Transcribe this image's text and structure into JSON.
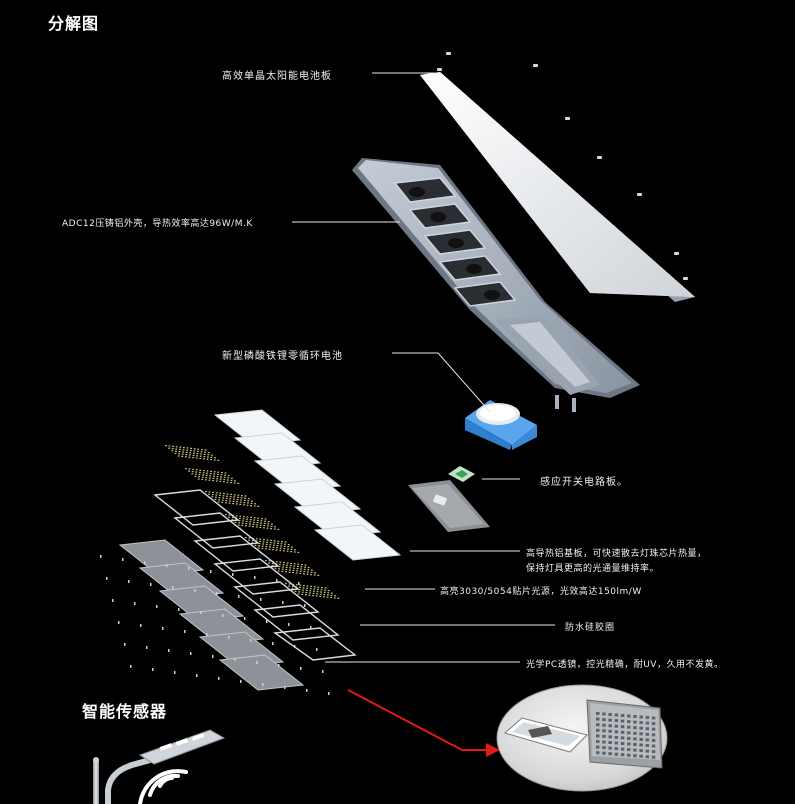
{
  "headings": {
    "exploded": "分解图",
    "sensor": "智能传感器"
  },
  "labels": {
    "solar_panel": "高效单晶太阳能电池板",
    "housing": "ADC12压铸铝外壳，导热效率高达96W/M.K",
    "battery": "新型磷酸铁锂零循环电池",
    "sensor_board": "感应开关电路板。",
    "substrate_line1": "高导热铝基板，可快速散去灯珠芯片热量，",
    "substrate_line2": "保持灯具更高的光通量维持率。",
    "led_source": "高亮3030/5054贴片光源，光效高达150lm/W",
    "gasket": "防水硅胶圈",
    "lens": "光学PC透镜，控光精确，耐UV，久用不发黄。"
  },
  "colors": {
    "background": "#000000",
    "panel": "#e9ecef",
    "housing": "#a9b3bf",
    "battery_blue": "#2f7fd0",
    "arrow_red": "#e01919"
  }
}
